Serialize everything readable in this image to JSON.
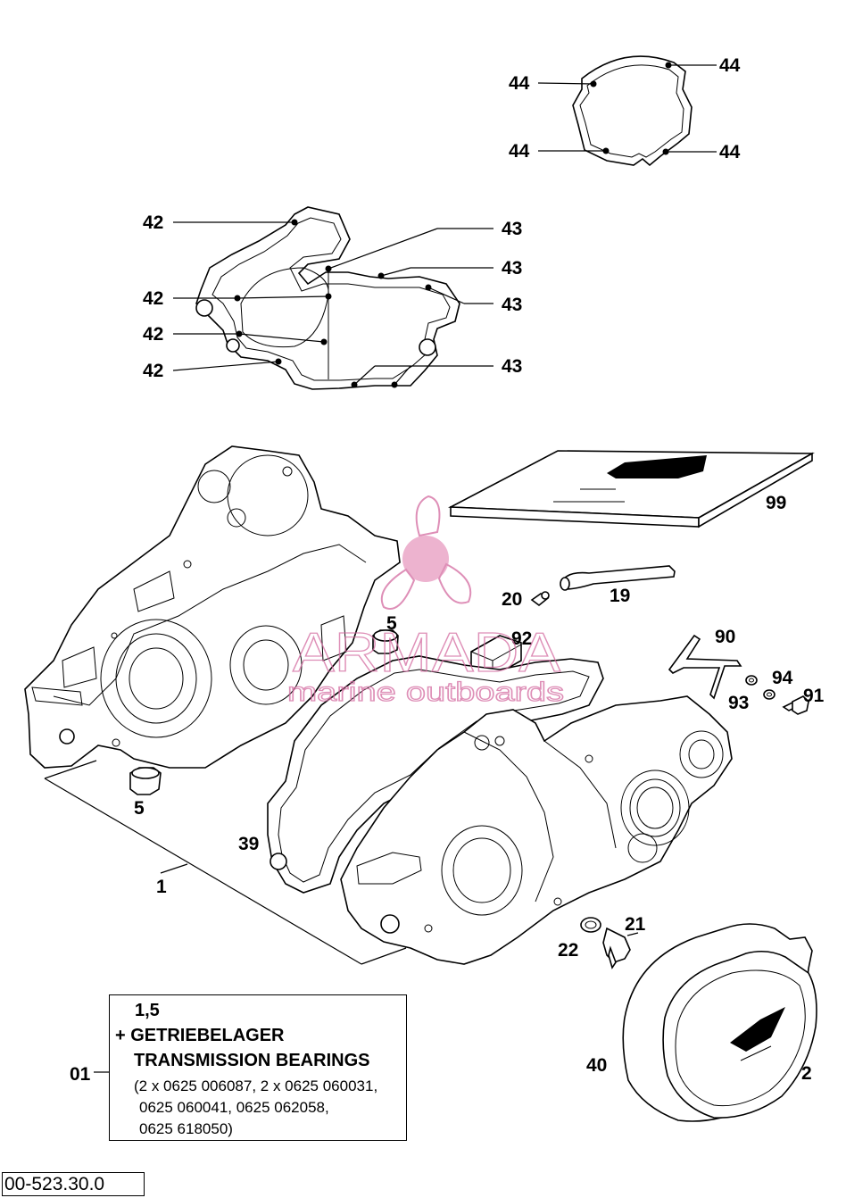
{
  "callouts": {
    "c44a": "44",
    "c44b": "44",
    "c44c": "44",
    "c44d": "44",
    "c42a": "42",
    "c42b": "42",
    "c42c": "42",
    "c42d": "42",
    "c43a": "43",
    "c43b": "43",
    "c43c": "43",
    "c43d": "43",
    "c99": "99",
    "c19": "19",
    "c20": "20",
    "c5a": "5",
    "c5b": "5",
    "c92": "92",
    "c90": "90",
    "c94": "94",
    "c93": "93",
    "c91": "91",
    "c39": "39",
    "c1": "1",
    "c21": "21",
    "c22": "22",
    "c40": "40",
    "c2": "2"
  },
  "gasket_kit": {
    "kit_ref": "01",
    "line1": "1,5",
    "line2": "+ GETRIEBELAGER",
    "line3": "TRANSMISSION BEARINGS",
    "line4": "(2 x 0625 006087, 2 x 0625 060031,",
    "line5": "0625 060041, 0625 062058,",
    "line6": "0625 618050)"
  },
  "drawing_number": "00-523.30.0",
  "watermark": {
    "brand": "ARMADA",
    "tagline": "marine outboards",
    "color": "#d46aa0"
  }
}
